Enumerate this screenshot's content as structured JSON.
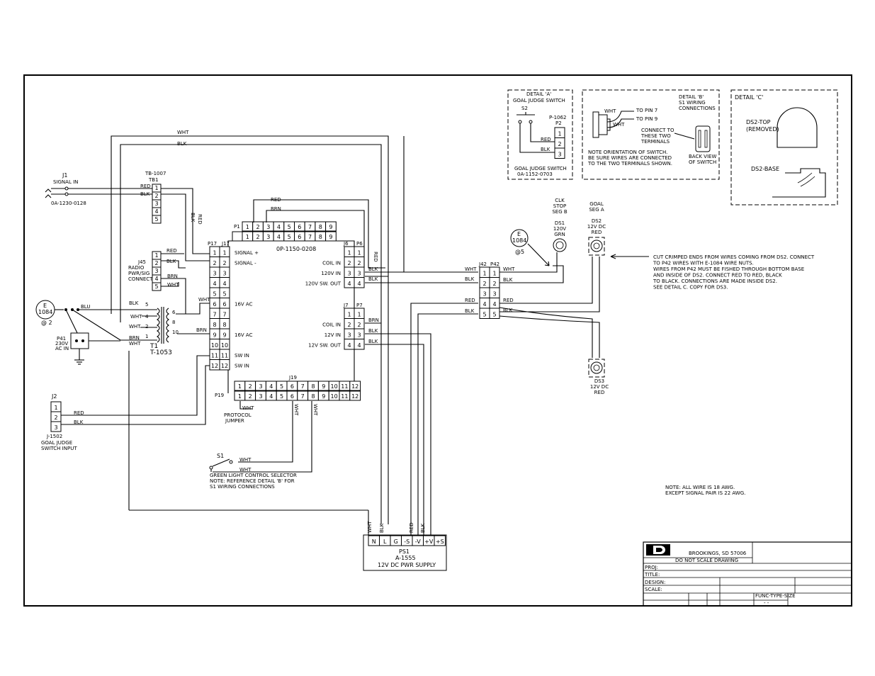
{
  "labels": {
    "j1_name": "J1",
    "j1_title": "SIGNAL IN",
    "j1_part": "0A-1230-0128",
    "tb1_part": "TB-1007",
    "tb1_name": "TB1",
    "tb1_pins": [
      "1",
      "2",
      "3",
      "4",
      "5"
    ],
    "j45_lines": [
      "J45",
      "RADIO",
      "PWR/SIG",
      "CONNECT"
    ],
    "j45_pins": [
      "1",
      "2",
      "3",
      "4",
      "5"
    ],
    "e1084_left_top": "E",
    "e1084_left_bottom": "1084",
    "e1084_left_note": "@ 2",
    "p41_name": "P41",
    "p41_v": "230V",
    "p41_ac": "AC IN",
    "t1_name": "T1",
    "t1_part": "T-1053",
    "t1_pins": [
      "5",
      "4",
      "2",
      "1",
      "6",
      "8",
      "10"
    ],
    "j2_name": "J2",
    "j2_pins": [
      "1",
      "2",
      "3"
    ],
    "j2_part": "J-1502",
    "j2_title1": "GOAL JUDGE",
    "j2_title2": "SWITCH INPUT",
    "p1_name": "P1",
    "j1b_name": "J1",
    "p1_pins": [
      "1",
      "2",
      "3",
      "4",
      "5",
      "6",
      "7",
      "8",
      "9"
    ],
    "board_part": "0P-1150-0208",
    "p17_name": "P17",
    "j17_name": "J17",
    "j17_pins": [
      "1",
      "2",
      "3",
      "4",
      "5",
      "6",
      "7",
      "8",
      "9",
      "10",
      "11",
      "12"
    ],
    "j17_signals": [
      "SIGNAL +",
      "SIGNAL -",
      "",
      "",
      "",
      "16V AC",
      "",
      "",
      "16V AC",
      "",
      "SW IN",
      "SW IN"
    ],
    "j6_name": "J6",
    "p6_name": "P6",
    "j6_pins": [
      "1",
      "2",
      "3",
      "4"
    ],
    "j6_signals": [
      "",
      "COIL IN",
      "120V IN",
      "120V SW. OUT"
    ],
    "j7_name": "J7",
    "p7_name": "P7",
    "j7_signals": [
      "",
      "COIL IN",
      "12V IN",
      "12V SW. OUT"
    ],
    "j19_name": "J19",
    "p19_name": "P19",
    "protocol1": "PROTOCOL",
    "protocol2": "JUMPER",
    "s1_name": "S1",
    "s1_line1": "GREEN LIGHT CONTROL SELECTOR",
    "s1_line2": "NOTE: REFERENCE DETAIL 'B' FOR",
    "s1_line3": "S1 WIRING CONNECTIONS",
    "ps1_pins": [
      "N",
      "L",
      "G",
      "-S",
      "-V",
      "+V",
      "+S"
    ],
    "ps1_name": "PS1",
    "ps1_part": "A-1555",
    "ps1_title": "12V DC PWR SUPPLY",
    "j42_name": "J42",
    "p42_name": "P42",
    "j42_pins": [
      "1",
      "2",
      "3",
      "4",
      "5"
    ],
    "e1084_mid_top": "E",
    "e1084_mid_bottom": "1084",
    "e1084_mid_note": "@5",
    "ds1_lines": [
      "CLK",
      "STOP",
      "SEG B",
      "",
      "DS1",
      "120V",
      "GRN"
    ],
    "ds2_lines": [
      "GOAL",
      "SEG A",
      "",
      "DS2",
      "12V DC",
      "RED"
    ],
    "ds3_lines": [
      "DS3",
      "12V DC",
      "RED"
    ],
    "note_main": [
      "CUT CRIMPED ENDS FROM WIRES COMING FROM DS2. CONNECT",
      "TO P42 WIRES WITH E-1084 WIRE NUTS.",
      "WIRES FROM P42 MUST BE FISHED THROUGH BOTTOM BASE",
      "AND INSIDE OF DS2.  CONNECT RED TO RED, BLACK",
      "TO BLACK. CONNECTIONS ARE MADE INSIDE DS2.",
      "SEE DETAIL C. COPY FOR DS3."
    ],
    "note_awg": [
      "NOTE: ALL WIRE IS 18 AWG.",
      "EXCEPT SIGNAL PAIR IS 22 AWG."
    ],
    "detail_a_title1": "DETAIL 'A'",
    "detail_a_title2": "GOAL JUDGE SWITCH",
    "detail_a_s2": "S2",
    "detail_a_p": "P-1062",
    "detail_a_p2": "P2",
    "detail_a_pins": [
      "1",
      "2",
      "3"
    ],
    "detail_a_foot1": "GOAL JUDGE SWITCH",
    "detail_a_foot2": "0A-1152-0703",
    "detail_b_title": [
      "DETAIL 'B'",
      "S1 WIRING",
      "CONNECTIONS"
    ],
    "detail_b_pin7": "TO PIN 7",
    "detail_b_pin9": "TO PIN 9",
    "detail_b_connect": [
      "CONNECT TO",
      "THESE TWO",
      "TERMINALS"
    ],
    "detail_b_back": [
      "BACK VIEW",
      "OF SWITCH"
    ],
    "detail_b_note": [
      "NOTE ORIENTATION OF SWITCH.",
      "BE SURE WIRES ARE CONNECTED",
      "TO THE TWO TERMINALS SHOWN."
    ],
    "detail_c_title": "DETAIL 'C'",
    "detail_c_top": [
      "DS2-TOP",
      "(REMOVED)"
    ],
    "detail_c_base": "DS2-BASE",
    "tb_city": "BROOKINGS, SD  57006",
    "tb_noscale": "DO NOT SCALE DRAWING",
    "tb_proj": "PROJ:",
    "tb_title": "TITLE:",
    "tb_design": "DESIGN:",
    "tb_scale": "SCALE:",
    "tb_func": "FUNC-TYPE-SIZE",
    "tb_dashes": "-      -"
  },
  "wires": {
    "wht": "WHT",
    "blk": "BLK",
    "red": "RED",
    "brn": "BRN",
    "blu": "BLU"
  }
}
